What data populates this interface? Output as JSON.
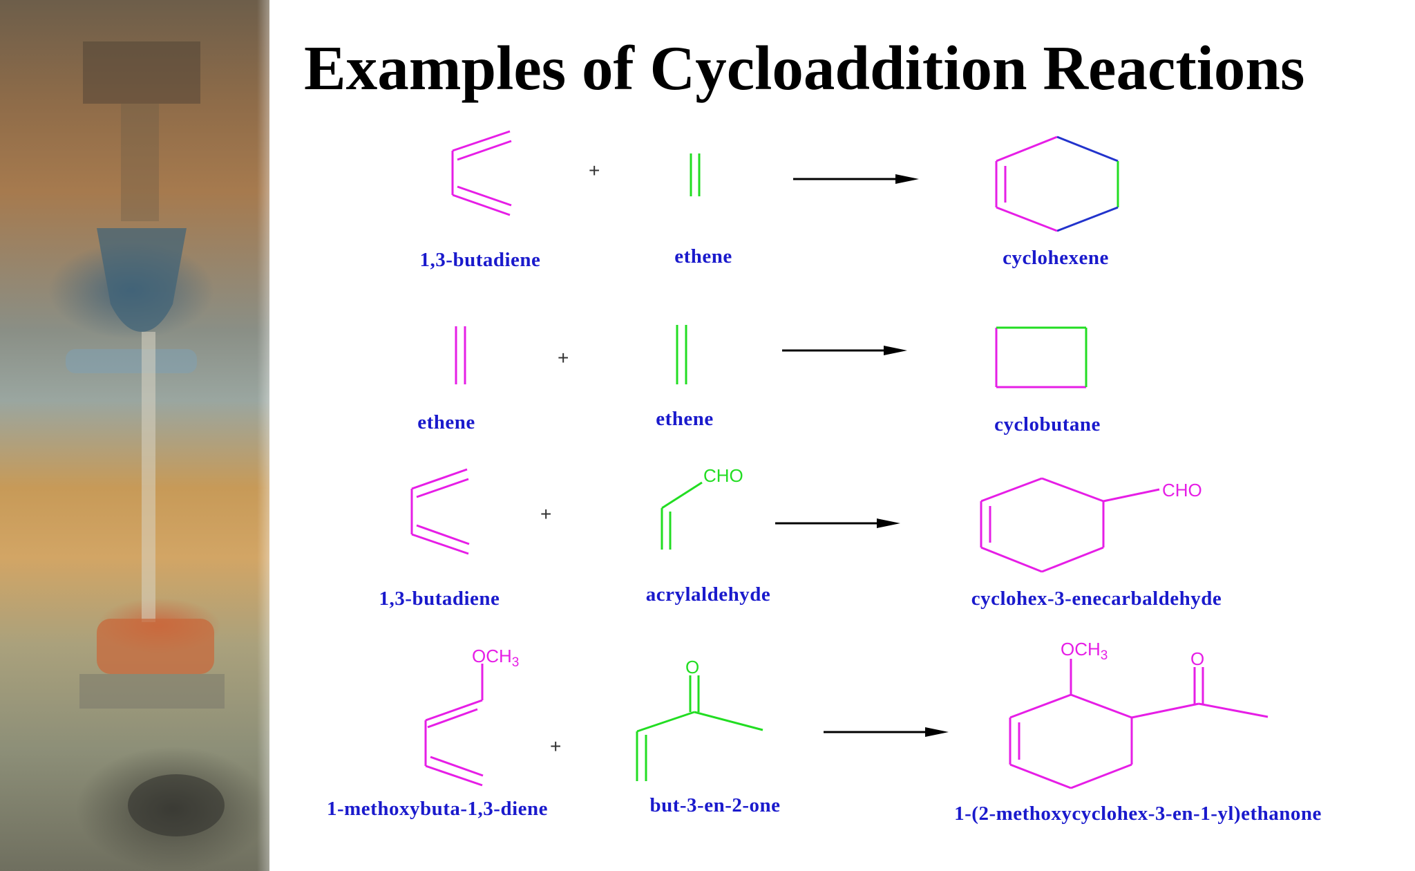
{
  "title": "Examples of Cycloaddition Reactions",
  "plus_sign": "+",
  "colors": {
    "title": "#000000",
    "label": "#1a1acc",
    "magenta": "#e61ee6",
    "green": "#22dd22",
    "blue": "#2233cc",
    "arrow": "#000000"
  },
  "reactions": [
    {
      "reactant1": "1,3-butadiene",
      "reactant2": "ethene",
      "product": "cyclohexene"
    },
    {
      "reactant1": "ethene",
      "reactant2": "ethene",
      "product": "cyclobutane"
    },
    {
      "reactant1": "1,3-butadiene",
      "reactant2": "acrylaldehyde",
      "product": "cyclohex-3-enecarbaldehyde"
    },
    {
      "reactant1": "1-methoxybuta-1,3-diene",
      "reactant2": "but-3-en-2-one",
      "product": "1-(2-methoxycyclohex-3-en-1-yl)ethanone"
    }
  ],
  "atom_labels": {
    "cho": "CHO",
    "och3": "OCH",
    "och3_sub": "3",
    "oxygen": "O"
  }
}
